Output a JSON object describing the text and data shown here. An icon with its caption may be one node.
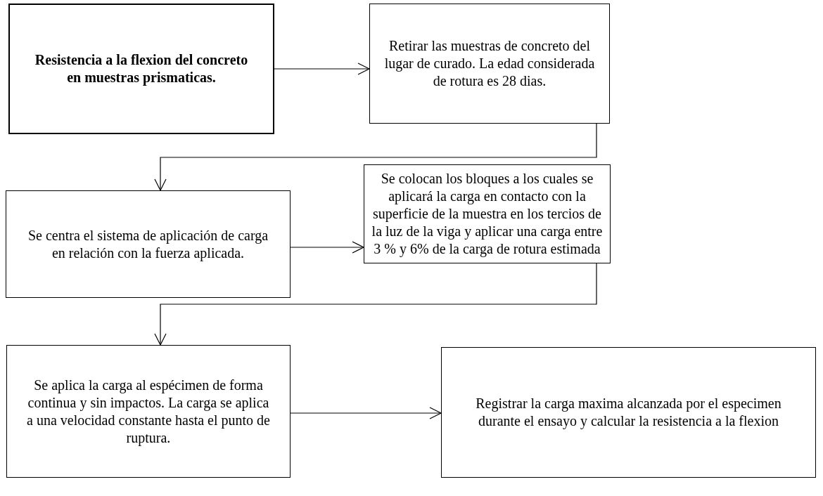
{
  "diagram": {
    "nodes": [
      {
        "text": [
          "Resistencia a la flexion del concreto en muestras prismaticas."
        ]
      },
      {
        "text": [
          "Retirar las muestras de concreto del lugar de curado. La edad considerada de rotura es 28 dias."
        ]
      },
      {
        "text": [
          "Se centra el sistema de aplicación de carga en relación con la fuerza aplicada."
        ]
      },
      {
        "text": [
          "Se colocan los bloques a los cuales se aplicará la carga en contacto con la superficie de la muestra en los tercios de la luz de la viga y aplicar una carga entre 3 % y 6% de la carga de rotura estimada"
        ]
      },
      {
        "text": [
          "Se aplica la carga al espécimen de forma continua y sin impactos. La carga se aplica a una velocidad constante hasta el punto de ruptura."
        ]
      },
      {
        "text": [
          "Registrar la carga maxima alcanzada por el especimen durante el ensayo y calcular la resistencia a la flexion"
        ]
      }
    ],
    "edges": [
      {
        "from": 0,
        "to": 1,
        "arrow": "to"
      },
      {
        "from": 1,
        "to": 2,
        "arrow": "to"
      },
      {
        "from": 2,
        "to": 3,
        "arrow": "to"
      },
      {
        "from": 3,
        "to": 4,
        "arrow": "to"
      },
      {
        "from": 4,
        "to": 5,
        "arrow": "to"
      }
    ]
  }
}
